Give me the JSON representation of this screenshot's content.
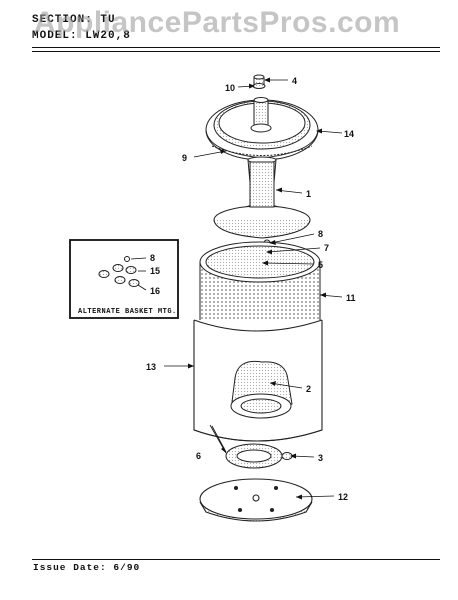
{
  "header": {
    "section_line": "SECTION: TU",
    "model_line": "MODEL: LW20,8"
  },
  "watermark": "AppliancePartsPros.com",
  "footer": {
    "issue_date": "Issue Date: 6/90"
  },
  "inset": {
    "caption": "ALTERNATE BASKET MTG.",
    "callouts": [
      "8",
      "15",
      "16"
    ]
  },
  "callouts": [
    "4",
    "10",
    "14",
    "9",
    "1",
    "8",
    "7",
    "5",
    "11",
    "13",
    "2",
    "6",
    "3",
    "12"
  ]
}
